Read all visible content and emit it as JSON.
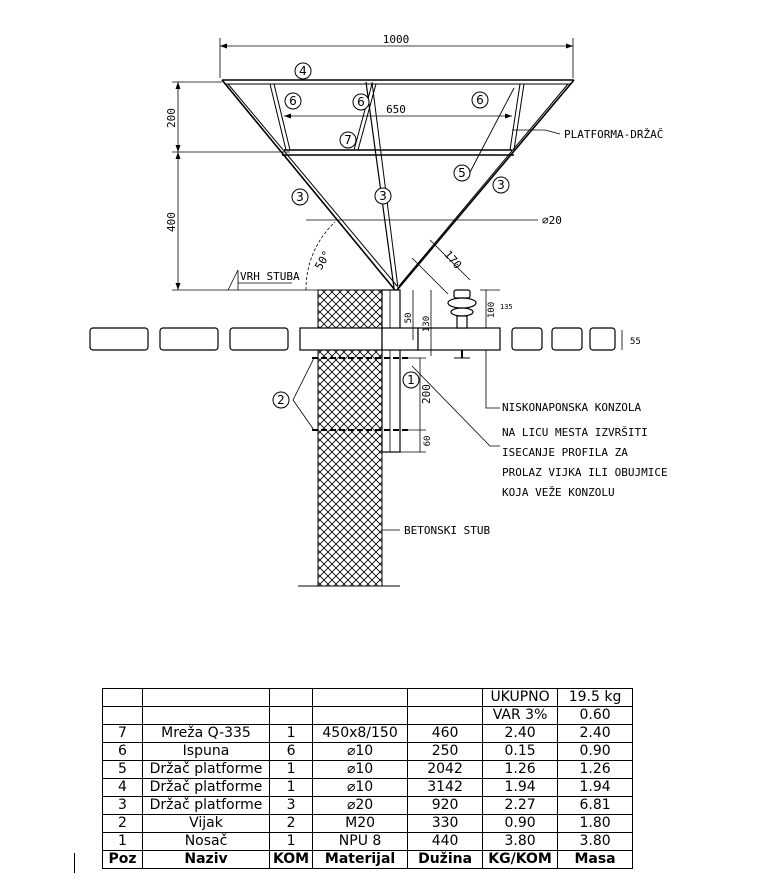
{
  "drawing": {
    "dim_top": "1000",
    "dim_height_upper": "200",
    "dim_height_lower": "400",
    "dim_inner": "650",
    "dim_angle": "50°",
    "dim_diameter": "⌀20",
    "dim_170": "170",
    "dim_50": "50",
    "dim_130": "130",
    "dim_100": "100",
    "dim_135": "135",
    "dim_55": "55",
    "dim_200": "200",
    "dim_60": "60",
    "label_vrh_stuba": "VRH STUBA",
    "label_platforma": "PLATFORMA-DRŽAČ",
    "label_niskonaponska": "NISKONAPONSKA KONZOLA",
    "note_lines": [
      "NA LICU MESTA IZVRŠITI",
      "ISECANJE PROFILA ZA",
      "PROLAZ VIJKA ILI OBUJMICE",
      "KOJA VEŽE KONZOLU"
    ],
    "label_betonski": "BETONSKI STUB",
    "markers": {
      "m1": "1",
      "m2": "2",
      "m3": "3",
      "m4": "4",
      "m5": "5",
      "m6": "6",
      "m7": "7"
    }
  },
  "table": {
    "summary": [
      {
        "label": "UKUPNO",
        "value": "19.5 kg"
      },
      {
        "label": "VAR 3%",
        "value": "0.60"
      }
    ],
    "rows": [
      {
        "poz": "7",
        "naziv": "Mreža Q-335",
        "kom": "1",
        "materijal": "450x8/150",
        "duzina": "460",
        "kgkom": "2.40",
        "masa": "2.40"
      },
      {
        "poz": "6",
        "naziv": "Ispuna",
        "kom": "6",
        "materijal": "⌀10",
        "duzina": "250",
        "kgkom": "0.15",
        "masa": "0.90"
      },
      {
        "poz": "5",
        "naziv": "Držač platforme",
        "kom": "1",
        "materijal": "⌀10",
        "duzina": "2042",
        "kgkom": "1.26",
        "masa": "1.26"
      },
      {
        "poz": "4",
        "naziv": "Držač platforme",
        "kom": "1",
        "materijal": "⌀10",
        "duzina": "3142",
        "kgkom": "1.94",
        "masa": "1.94"
      },
      {
        "poz": "3",
        "naziv": "Držač platforme",
        "kom": "3",
        "materijal": "⌀20",
        "duzina": "920",
        "kgkom": "2.27",
        "masa": "6.81"
      },
      {
        "poz": "2",
        "naziv": "Vijak",
        "kom": "2",
        "materijal": "M20",
        "duzina": "330",
        "kgkom": "0.90",
        "masa": "1.80"
      },
      {
        "poz": "1",
        "naziv": "Nosač",
        "kom": "1",
        "materijal": "NPU 8",
        "duzina": "440",
        "kgkom": "3.80",
        "masa": "3.80"
      }
    ],
    "header": {
      "poz": "Poz",
      "naziv": "Naziv",
      "kom": "KOM",
      "materijal": "Materijal",
      "duzina": "Dužina",
      "kgkom": "KG/KOM",
      "masa": "Masa"
    }
  }
}
